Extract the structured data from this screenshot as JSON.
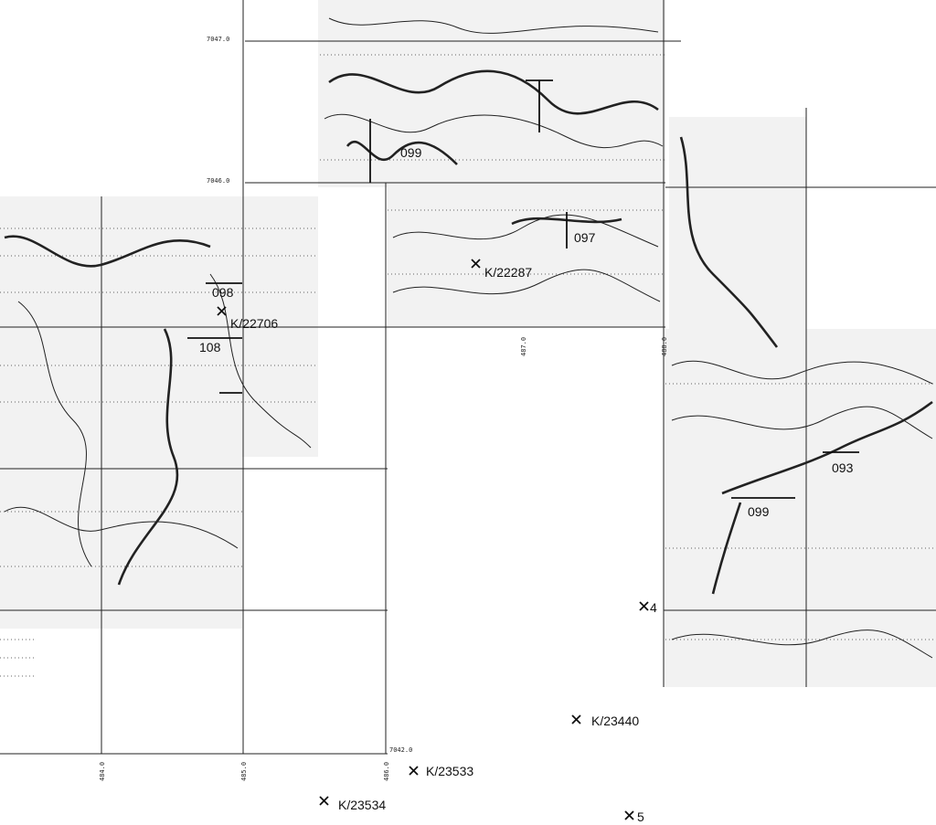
{
  "grid_labels": {
    "n7047": "7047.0",
    "n7046": "7046.0",
    "n7042": "7042.0",
    "e484": "484.0",
    "e485": "485.0",
    "e486": "486.0",
    "e487": "487.0",
    "e488": "488.0"
  },
  "map_labels": {
    "k23440": "K/23440",
    "k23533": "K/23533",
    "k23534": "K/23534",
    "k22287": "K/22287",
    "k22706": "K/22706",
    "x4": "4",
    "x5": "5",
    "l099": "099",
    "l097": "097",
    "l098": "098",
    "l108": "108",
    "l099b": "099",
    "l093": "093"
  },
  "colors": {
    "ink": "#111111",
    "panel": "#f2f2f2",
    "paper": "#ffffff"
  }
}
